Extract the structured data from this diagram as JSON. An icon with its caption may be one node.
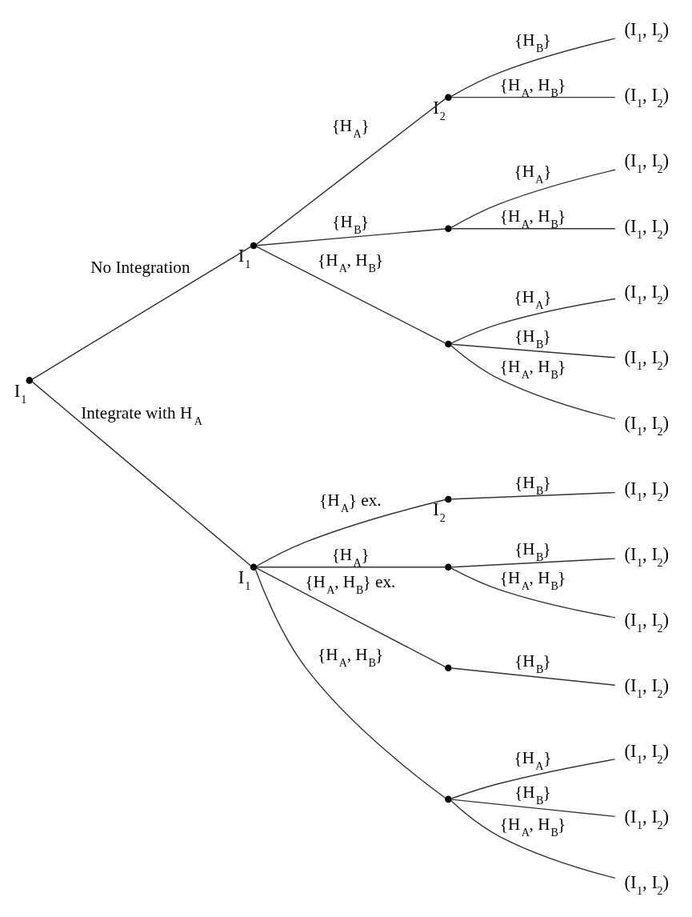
{
  "diagram": {
    "nodes": [
      {
        "text": [],
        "shape": "circle",
        "beside": [
          "I$_{1}$"
        ]
      },
      {
        "text": [],
        "shape": "circle",
        "beside": [
          "I$_{1}$"
        ]
      },
      {
        "text": [],
        "shape": "circle",
        "beside": [
          "I$_{2}$"
        ]
      },
      {
        "text": [
          "(I$_{1}$, I$_{2}$)"
        ]
      },
      {
        "text": [
          "(I$_{1}$, I$_{2}$)"
        ]
      },
      {
        "text": [],
        "shape": "circle"
      },
      {
        "text": [
          "(I$_{1}$, I$_{2}$)"
        ]
      },
      {
        "text": [
          "(I$_{1}$, I$_{2}$)"
        ]
      },
      {
        "text": [],
        "shape": "circle"
      },
      {
        "text": [
          "(I$_{1}$, I$_{2}$)"
        ]
      },
      {
        "text": [
          "(I$_{1}$, I$_{2}$)"
        ]
      },
      {
        "text": [
          "(I$_{1}$, I$_{2}$)"
        ]
      },
      {
        "text": [],
        "shape": "circle",
        "beside": [
          "I$_{1}$"
        ]
      },
      {
        "text": [],
        "shape": "circle",
        "beside": [
          "I$_{2}$"
        ]
      },
      {
        "text": [
          "(I$_{1}$, I$_{2}$)"
        ]
      },
      {
        "text": [],
        "shape": "circle"
      },
      {
        "text": [
          "(I$_{1}$, I$_{2}$)"
        ]
      },
      {
        "text": [
          "(I$_{1}$, I$_{2}$)"
        ]
      },
      {
        "text": [],
        "shape": "circle"
      },
      {
        "text": [
          "(I$_{1}$, I$_{2}$)"
        ]
      },
      {
        "text": [],
        "shape": "circle"
      },
      {
        "text": [
          "(I$_{1}$, I$_{2}$)"
        ]
      },
      {
        "text": [
          "(I$_{1}$, I$_{2}$)"
        ]
      },
      {
        "text": [
          "(I$_{1}$, I$_{2}$)"
        ]
      }
    ],
    "edges": [
      {
        "from": 0,
        "to": 1,
        "arrow": "none",
        "label": "No Integration"
      },
      {
        "from": 0,
        "to": 12,
        "arrow": "none",
        "label": "Integrate with H$_{A}$"
      },
      {
        "from": 1,
        "to": 2,
        "arrow": "none",
        "label": "{H$_{A}$}"
      },
      {
        "from": 1,
        "to": 5,
        "arrow": "none",
        "label": "{H$_{B}$}"
      },
      {
        "from": 1,
        "to": 8,
        "arrow": "none",
        "label": "{H$_{A}$, H$_{B}$}"
      },
      {
        "from": 2,
        "to": 3,
        "arrow": "none",
        "label": "{H$_{B}$}"
      },
      {
        "from": 2,
        "to": 4,
        "arrow": "none",
        "label": "{H$_{A}$, H$_{B}$}"
      },
      {
        "from": 5,
        "to": 6,
        "arrow": "none",
        "label": "{H$_{A}$}"
      },
      {
        "from": 5,
        "to": 7,
        "arrow": "none",
        "label": "{H$_{A}$, H$_{B}$}"
      },
      {
        "from": 8,
        "to": 9,
        "arrow": "none",
        "label": "{H$_{A}$}"
      },
      {
        "from": 8,
        "to": 10,
        "arrow": "none",
        "label": "{H$_{B}$}"
      },
      {
        "from": 8,
        "to": 11,
        "arrow": "none",
        "label": "{H$_{A}$, H$_{B}$}"
      },
      {
        "from": 12,
        "to": 13,
        "arrow": "none",
        "label": "{H$_{A}$} ex."
      },
      {
        "from": 12,
        "to": 15,
        "arrow": "none",
        "label": "{H$_{A}$}"
      },
      {
        "from": 12,
        "to": 18,
        "arrow": "none",
        "label": "{H$_{A}$, H$_{B}$} ex."
      },
      {
        "from": 12,
        "to": 20,
        "arrow": "none",
        "label": "{H$_{A}$, H$_{B}$}"
      },
      {
        "from": 13,
        "to": 14,
        "arrow": "none",
        "label": "{H$_{B}$}"
      },
      {
        "from": 15,
        "to": 16,
        "arrow": "none",
        "label": "{H$_{B}$}"
      },
      {
        "from": 15,
        "to": 17,
        "arrow": "none",
        "label": "{H$_{A}$, H$_{B}$}"
      },
      {
        "from": 18,
        "to": 19,
        "arrow": "none",
        "label": "{H$_{B}$}"
      },
      {
        "from": 20,
        "to": 21,
        "arrow": "none",
        "label": "{H$_{A}$}"
      },
      {
        "from": 20,
        "to": 22,
        "arrow": "none",
        "label": "{H$_{B}$}"
      },
      {
        "from": 20,
        "to": 23,
        "arrow": "none",
        "label": "{H$_{A}$, H$_{B}$}"
      }
    ]
  }
}
